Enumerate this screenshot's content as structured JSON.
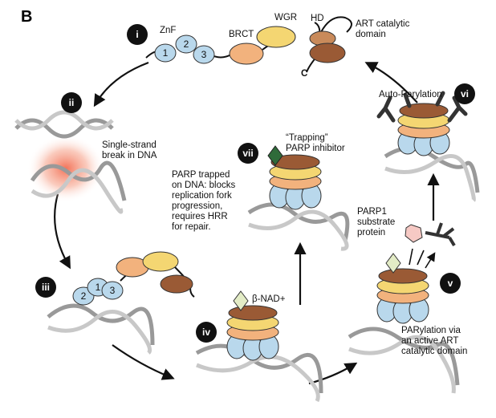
{
  "panel_letter": "B",
  "steps": {
    "i": "i",
    "ii": "ii",
    "iii": "iii",
    "iv": "iv",
    "v": "v",
    "vi": "vi",
    "vii": "vii"
  },
  "domains": {
    "znf": "ZnF",
    "brct": "BRCT",
    "wgr": "WGR",
    "hd": "HD",
    "art": "ART catalytic\ndomain",
    "c_terminus": "C"
  },
  "znf_numbers": [
    "1",
    "2",
    "3"
  ],
  "znf_numbers_bound": [
    "2",
    "1",
    "3"
  ],
  "labels": {
    "ssb": "Single-strand\nbreak in DNA",
    "nad": "β-NAD+",
    "trapping": "“Trapping”\nPARP inhibitor",
    "trapped": "PARP trapped\non DNA: blocks\nreplication fork\nprogression,\nrequires HRR\nfor repair.",
    "substrate": "PARP1\nsubstrate\nprotein",
    "parylation": "PARylation via\nan active ART\ncatalytic domain",
    "auto": "Auto-Parylation"
  },
  "colors": {
    "znf": "#b9d8ec",
    "brct": "#f2b27d",
    "wgr": "#f4d672",
    "art": "#9a5a35",
    "nad": "#e3ecc6",
    "inhibitor": "#2f6b3a",
    "substrate": "#f6c9c4",
    "dna": "#b3b3b3",
    "glow": "#f05a3c"
  }
}
